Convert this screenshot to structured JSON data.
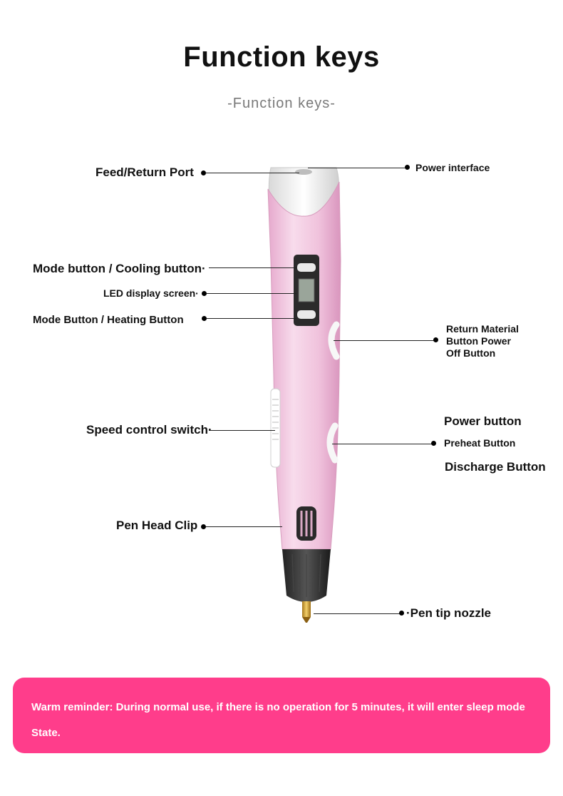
{
  "header": {
    "title": "Function keys",
    "subtitle": "-Function keys-"
  },
  "callouts": {
    "feed_return_port": "Feed/Return Port",
    "power_interface": "Power interface",
    "mode_cooling": "Mode button / Cooling button·",
    "led_display": "LED display screen·",
    "mode_heating": "Mode Button / Heating Button",
    "return_material_1": "Return Material",
    "return_material_2": "Button Power",
    "return_material_3": "Off Button",
    "speed_control": "Speed control switch·",
    "power_button": "Power button",
    "preheat_button": "Preheat Button",
    "discharge_button": "Discharge Button",
    "pen_head_clip": "Pen Head Clip",
    "pen_tip_nozzle": "·Pen tip nozzle"
  },
  "reminder": {
    "line1": "Warm reminder: During normal use, if there is no operation for 5 minutes, it will enter sleep mode",
    "line2": "State."
  },
  "colors": {
    "pen_body": "#f3cfe5",
    "reminder_bg": "#ff3d8b",
    "nozzle": "#d4a437"
  }
}
